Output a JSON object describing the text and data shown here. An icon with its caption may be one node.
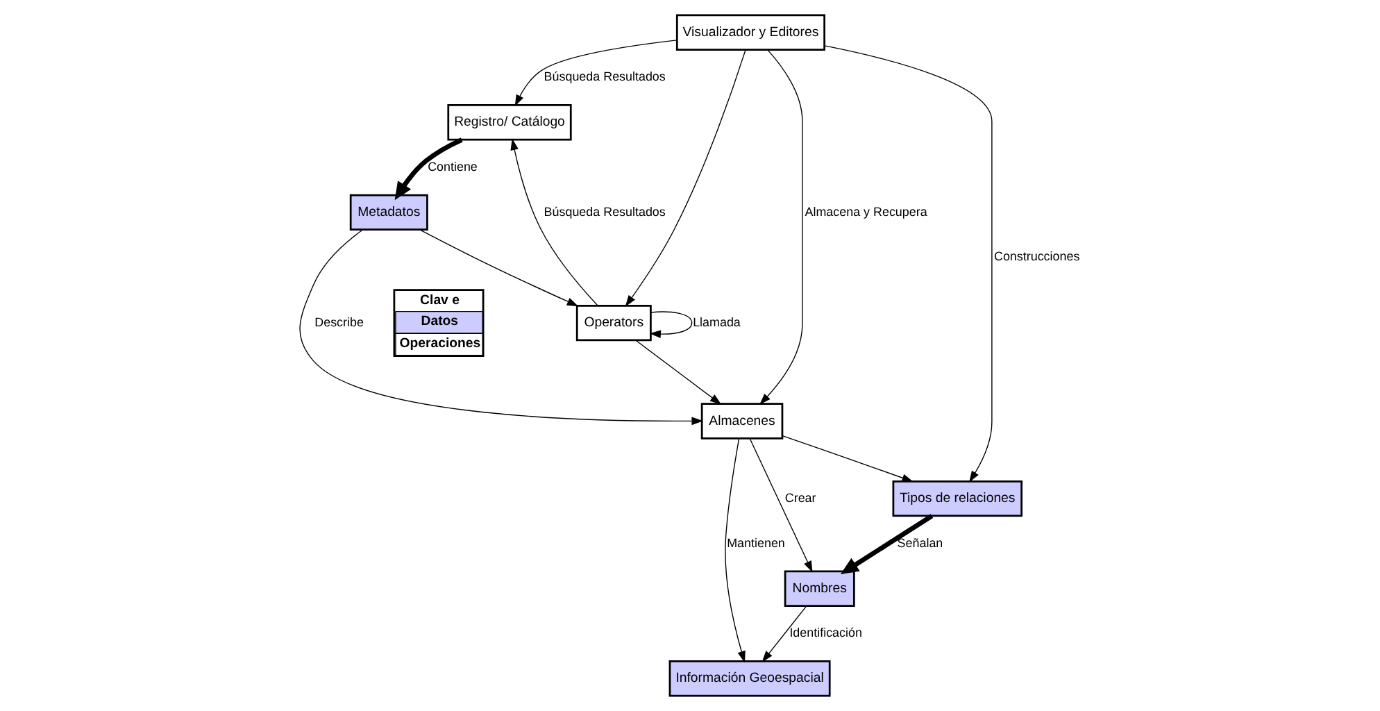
{
  "diagram": {
    "nodes": [
      {
        "text": [
          "Visualizador y Editores"
        ]
      },
      {
        "text": [
          "Registro/ Catálogo"
        ]
      },
      {
        "text": [
          "Tipos de relaciones"
        ]
      },
      {
        "text": [
          "Operators"
        ]
      },
      {
        "text": [
          "Almacenes"
        ]
      },
      {
        "text": [
          "Metadatos"
        ]
      },
      {
        "text": [
          "Información Geoespacial"
        ]
      },
      {
        "text": [
          "Nombres"
        ]
      }
    ],
    "edges": [
      {
        "from": 0,
        "to": 1,
        "arrow": "to",
        "label": "Búsqueda Resultados"
      },
      {
        "from": 0,
        "to": 2,
        "arrow": "to",
        "label": "Construcciones"
      },
      {
        "from": 0,
        "to": 3,
        "arrow": "to"
      },
      {
        "from": 0,
        "to": 4,
        "arrow": "to",
        "label": "Almacena y Recupera"
      },
      {
        "from": 3,
        "to": 1,
        "arrow": "to",
        "label": "Búsqueda Resultados"
      },
      {
        "from": 3,
        "to": 3,
        "arrow": "to",
        "label": "Llamada"
      },
      {
        "from": 1,
        "to": 5,
        "arrow": "to",
        "label": "Contiene",
        "style": "thick"
      },
      {
        "from": 5,
        "to": 3,
        "arrow": "to"
      },
      {
        "from": 5,
        "to": 4,
        "arrow": "to",
        "label": "Describe"
      },
      {
        "from": 3,
        "to": 4,
        "arrow": "to"
      },
      {
        "from": 4,
        "to": 2,
        "arrow": "to"
      },
      {
        "from": 4,
        "to": 7,
        "arrow": "to",
        "label": "Crear"
      },
      {
        "from": 2,
        "to": 7,
        "arrow": "to",
        "label": "Señalan",
        "style": "thick"
      },
      {
        "from": 4,
        "to": 6,
        "arrow": "to",
        "label": "Mantienen"
      },
      {
        "from": 7,
        "to": 6,
        "arrow": "to",
        "label": "Identificación"
      }
    ],
    "labels": [
      "Clav e"
    ],
    "legend": [
      {
        "text": "Datos",
        "color": "#ccccff"
      },
      {
        "text": "Operaciones",
        "color": "#ffffff"
      }
    ]
  }
}
